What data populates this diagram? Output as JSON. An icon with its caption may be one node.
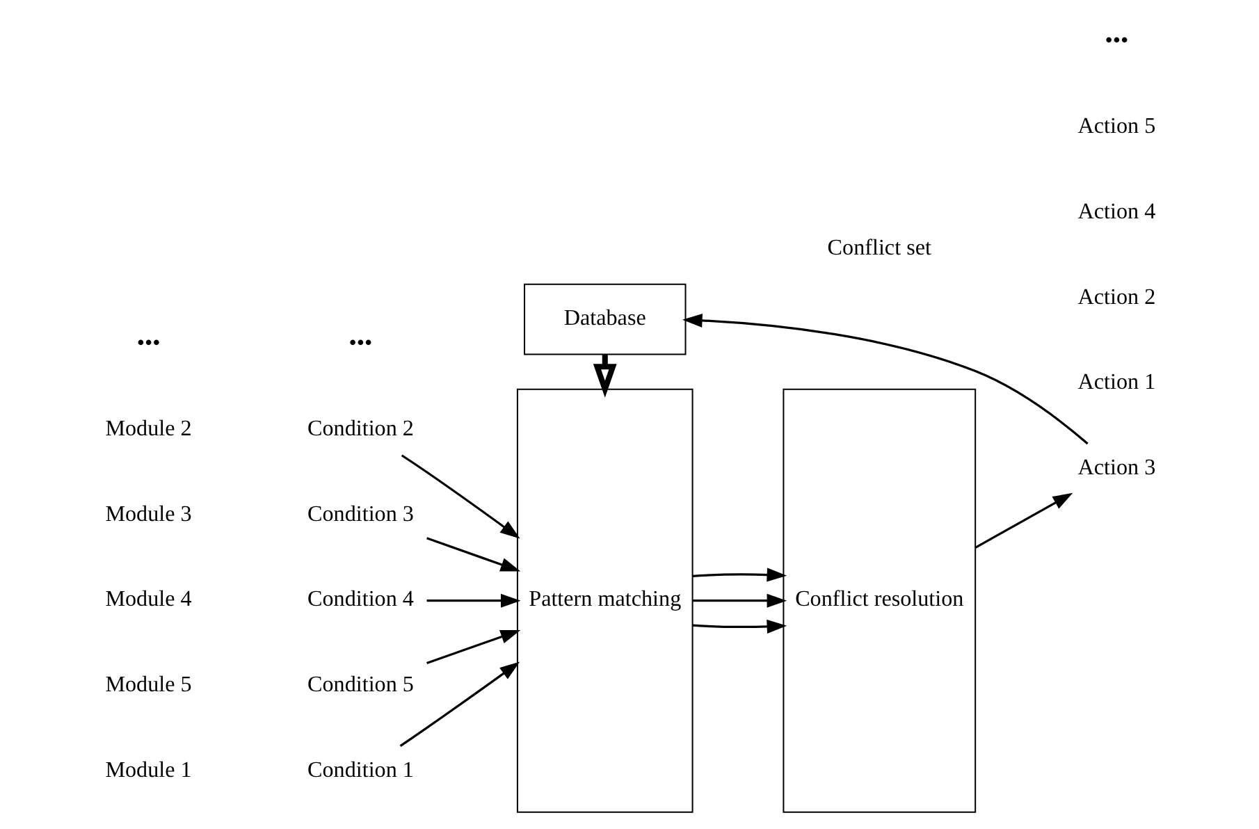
{
  "diagram": {
    "nodes": [
      {
        "text": [
          "Condition 1"
        ]
      },
      {
        "text": [
          "Condition 2"
        ]
      },
      {
        "text": [
          "Condition 3"
        ]
      },
      {
        "text": [
          "Condition 4"
        ]
      },
      {
        "text": [
          "Condition 5"
        ]
      },
      {
        "text": [
          "Pattern matching"
        ]
      },
      {
        "text": [
          "Conflict resolution"
        ]
      },
      {
        "text": [
          "Action 1"
        ]
      },
      {
        "text": [
          "Action 2"
        ]
      },
      {
        "text": [
          "Action 3"
        ]
      },
      {
        "text": [
          "Action 4"
        ]
      },
      {
        "text": [
          "Action 5"
        ]
      },
      {
        "text": [
          "Database"
        ]
      }
    ],
    "edges": [
      {
        "from": 0,
        "to": 5,
        "arrow": "to"
      },
      {
        "from": 1,
        "to": 5,
        "arrow": "to"
      },
      {
        "from": 2,
        "to": 5,
        "arrow": "to"
      },
      {
        "from": 3,
        "to": 5,
        "arrow": "to"
      },
      {
        "from": 4,
        "to": 5,
        "arrow": "to"
      },
      {
        "from": 5,
        "to": 6,
        "arrow": "to"
      },
      {
        "from": 5,
        "to": 6,
        "arrow": "to"
      },
      {
        "from": 5,
        "to": 6,
        "arrow": "to"
      },
      {
        "from": 6,
        "to": 9,
        "arrow": "to"
      },
      {
        "from": 9,
        "to": 12,
        "arrow": "to"
      },
      {
        "from": 12,
        "to": 5,
        "arrow": "to",
        "style": "thick"
      }
    ],
    "labels": [
      "Conflict set",
      "Module 1",
      "Module 2",
      "Module 3",
      "Module 4",
      "Module 5",
      "•••",
      "•••",
      "•••"
    ]
  }
}
